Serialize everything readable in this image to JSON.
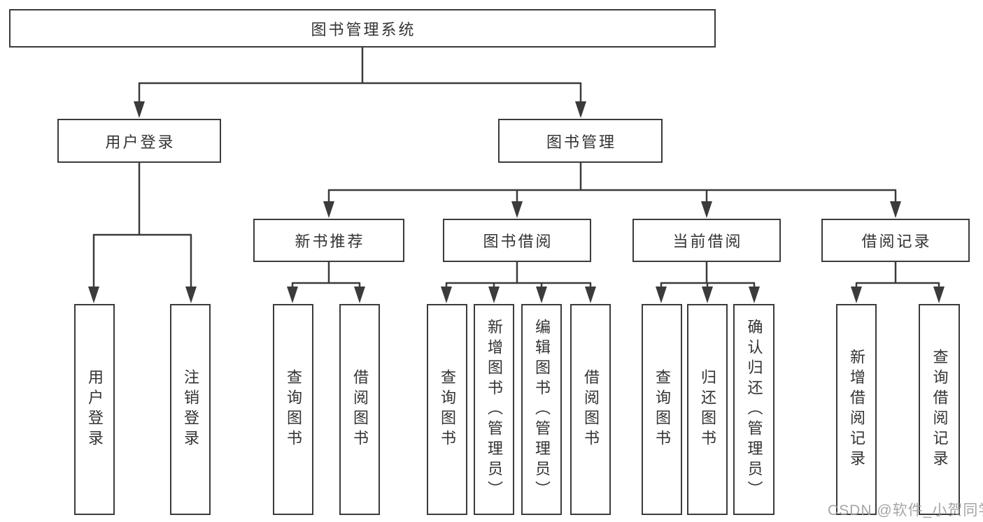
{
  "diagram": {
    "root": {
      "label": "图书管理系统"
    },
    "level2": [
      {
        "id": "user-login",
        "label": "用户登录"
      },
      {
        "id": "book-management",
        "label": "图书管理"
      }
    ],
    "level3": [
      {
        "id": "new-book-recommend",
        "label": "新书推荐"
      },
      {
        "id": "book-borrow",
        "label": "图书借阅"
      },
      {
        "id": "current-borrow",
        "label": "当前借阅"
      },
      {
        "id": "borrow-records",
        "label": "借阅记录"
      }
    ],
    "leaves": [
      {
        "id": "user-login-leaf",
        "label": "用户登录"
      },
      {
        "id": "logout",
        "label": "注销登录"
      },
      {
        "id": "nbr-query-book",
        "label": "查询图书"
      },
      {
        "id": "nbr-borrow-book",
        "label": "借阅图书"
      },
      {
        "id": "bb-query-book",
        "label": "查询图书"
      },
      {
        "id": "bb-add-book",
        "label": "新增图书（管理员）"
      },
      {
        "id": "bb-edit-book",
        "label": "编辑图书（管理员）"
      },
      {
        "id": "bb-borrow-book",
        "label": "借阅图书"
      },
      {
        "id": "cb-query-book",
        "label": "查询图书"
      },
      {
        "id": "cb-return-book",
        "label": "归还图书"
      },
      {
        "id": "cb-confirm-return",
        "label": "确认归还（管理员）"
      },
      {
        "id": "br-add-record",
        "label": "新增借阅记录"
      },
      {
        "id": "br-query-record",
        "label": "查询借阅记录"
      }
    ]
  },
  "watermark": {
    "text": "CSDN @软件_小贺同学"
  },
  "colors": {
    "line": "#3b3b3b",
    "text": "#333333",
    "background": "#ffffff",
    "watermark": "#9e9e9e"
  }
}
